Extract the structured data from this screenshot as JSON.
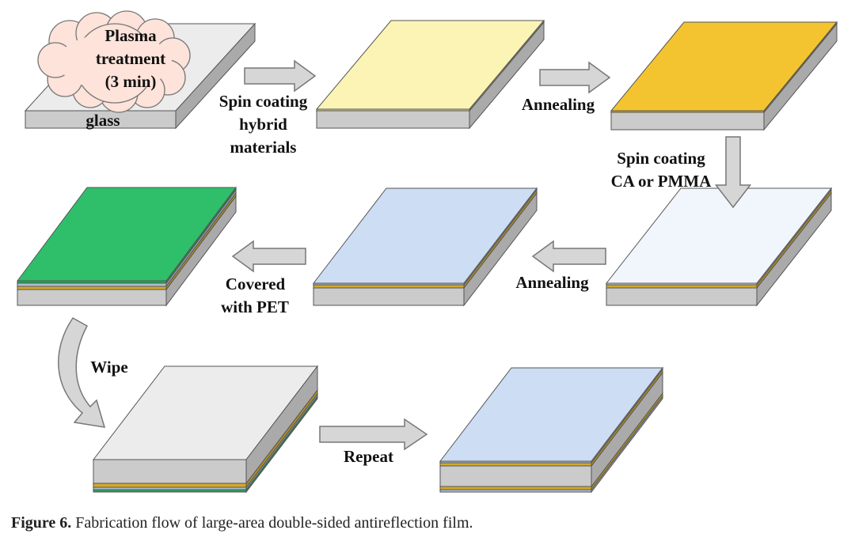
{
  "colors": {
    "glass_top": "#ececec",
    "glass_side": "#c7c7c7",
    "hybrid_wet": "#fbf4b4",
    "hybrid_dry": "#f4c430",
    "ca_wet": "#f1f6fc",
    "ca_dry": "#ccddf4",
    "pet": "#2fbf6a",
    "arrow": "#d6d6d6",
    "arrow_stroke": "#777777",
    "cloud": "#fde3da"
  },
  "labels": {
    "plasma_line1": "Plasma",
    "plasma_line2": "treatment",
    "plasma_line3": "(3 min)",
    "glass": "glass",
    "spin_hybrid_line1": "Spin coating",
    "spin_hybrid_line2": "hybrid",
    "spin_hybrid_line3": "materials",
    "annealing_1": "Annealing",
    "spin_ca_line1": "Spin coating",
    "spin_ca_line2": "CA or PMMA",
    "annealing_2": "Annealing",
    "covered_line1": "Covered",
    "covered_line2": "with PET",
    "wipe": "Wipe",
    "repeat": "Repeat"
  },
  "caption": {
    "prefix": "Figure 6.",
    "text": " Fabrication flow of large-area double-sided antireflection film."
  }
}
